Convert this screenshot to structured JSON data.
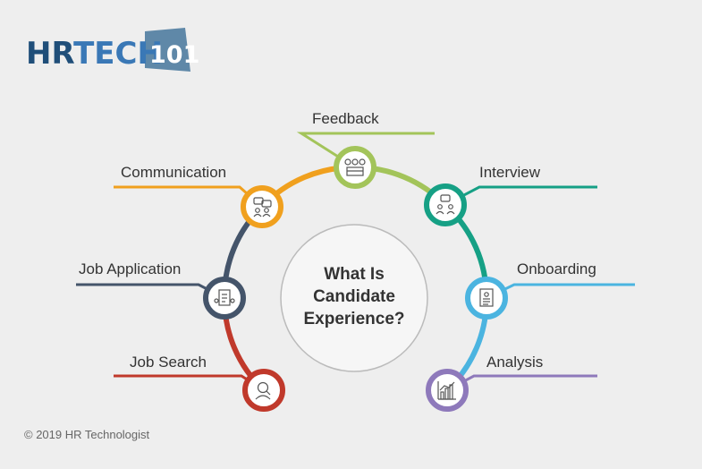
{
  "logo": {
    "text_hr": "HR",
    "text_tech": "TECH",
    "text_num": "101"
  },
  "center": {
    "line1": "What Is",
    "line2": "Candidate",
    "line3": "Experience?"
  },
  "stages": [
    {
      "label": "Job Search",
      "color": "#c0392b",
      "icon": "search-person-icon"
    },
    {
      "label": "Job Application",
      "color": "#44546a",
      "icon": "application-form-icon"
    },
    {
      "label": "Communication",
      "color": "#f0a01e",
      "icon": "chat-people-icon"
    },
    {
      "label": "Feedback",
      "color": "#a3c45a",
      "icon": "rating-faces-icon"
    },
    {
      "label": "Interview",
      "color": "#16a085",
      "icon": "interview-icon"
    },
    {
      "label": "Onboarding",
      "color": "#4bb4e0",
      "icon": "onboarding-doc-icon"
    },
    {
      "label": "Analysis",
      "color": "#8e79bb",
      "icon": "bar-chart-icon"
    }
  ],
  "colors": {
    "logo_dark": "#1f4e79",
    "logo_light": "#3a78b6",
    "logo_box": "#5f88a8",
    "text": "#333333",
    "background": "#eeeeee"
  },
  "footer": {
    "copyright": "© 2019 HR Technologist"
  }
}
